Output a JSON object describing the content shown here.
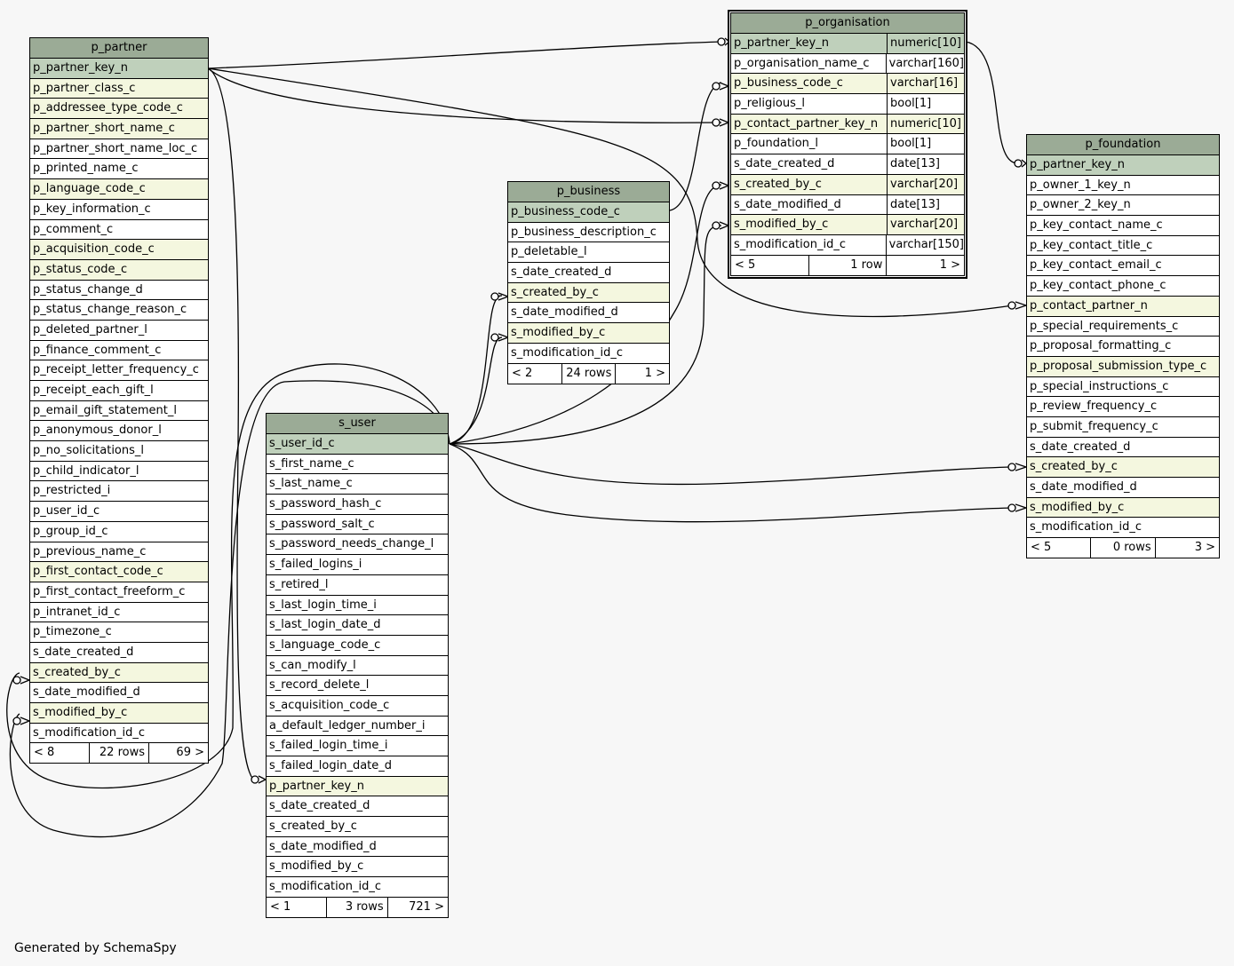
{
  "tables": {
    "p_partner": {
      "name": "p_partner",
      "columns": [
        {
          "name": "p_partner_key_n",
          "kind": "pk"
        },
        {
          "name": "p_partner_class_c",
          "kind": "fk"
        },
        {
          "name": "p_addressee_type_code_c",
          "kind": "fk"
        },
        {
          "name": "p_partner_short_name_c",
          "kind": "fk"
        },
        {
          "name": "p_partner_short_name_loc_c",
          "kind": ""
        },
        {
          "name": "p_printed_name_c",
          "kind": ""
        },
        {
          "name": "p_language_code_c",
          "kind": "fk"
        },
        {
          "name": "p_key_information_c",
          "kind": ""
        },
        {
          "name": "p_comment_c",
          "kind": ""
        },
        {
          "name": "p_acquisition_code_c",
          "kind": "fk"
        },
        {
          "name": "p_status_code_c",
          "kind": "fk"
        },
        {
          "name": "p_status_change_d",
          "kind": ""
        },
        {
          "name": "p_status_change_reason_c",
          "kind": ""
        },
        {
          "name": "p_deleted_partner_l",
          "kind": ""
        },
        {
          "name": "p_finance_comment_c",
          "kind": ""
        },
        {
          "name": "p_receipt_letter_frequency_c",
          "kind": ""
        },
        {
          "name": "p_receipt_each_gift_l",
          "kind": ""
        },
        {
          "name": "p_email_gift_statement_l",
          "kind": ""
        },
        {
          "name": "p_anonymous_donor_l",
          "kind": ""
        },
        {
          "name": "p_no_solicitations_l",
          "kind": ""
        },
        {
          "name": "p_child_indicator_l",
          "kind": ""
        },
        {
          "name": "p_restricted_i",
          "kind": ""
        },
        {
          "name": "p_user_id_c",
          "kind": ""
        },
        {
          "name": "p_group_id_c",
          "kind": ""
        },
        {
          "name": "p_previous_name_c",
          "kind": ""
        },
        {
          "name": "p_first_contact_code_c",
          "kind": "fk"
        },
        {
          "name": "p_first_contact_freeform_c",
          "kind": ""
        },
        {
          "name": "p_intranet_id_c",
          "kind": ""
        },
        {
          "name": "p_timezone_c",
          "kind": ""
        },
        {
          "name": "s_date_created_d",
          "kind": ""
        },
        {
          "name": "s_created_by_c",
          "kind": "fk"
        },
        {
          "name": "s_date_modified_d",
          "kind": ""
        },
        {
          "name": "s_modified_by_c",
          "kind": "fk"
        },
        {
          "name": "s_modification_id_c",
          "kind": ""
        }
      ],
      "footer": {
        "left": "< 8",
        "mid": "22 rows",
        "right": "69 >"
      }
    },
    "p_organisation": {
      "name": "p_organisation",
      "columns": [
        {
          "name": "p_partner_key_n",
          "type": "numeric[10]",
          "kind": "pk"
        },
        {
          "name": "p_organisation_name_c",
          "type": "varchar[160]",
          "kind": ""
        },
        {
          "name": "p_business_code_c",
          "type": "varchar[16]",
          "kind": "fk"
        },
        {
          "name": "p_religious_l",
          "type": "bool[1]",
          "kind": ""
        },
        {
          "name": "p_contact_partner_key_n",
          "type": "numeric[10]",
          "kind": "fk"
        },
        {
          "name": "p_foundation_l",
          "type": "bool[1]",
          "kind": ""
        },
        {
          "name": "s_date_created_d",
          "type": "date[13]",
          "kind": ""
        },
        {
          "name": "s_created_by_c",
          "type": "varchar[20]",
          "kind": "fk"
        },
        {
          "name": "s_date_modified_d",
          "type": "date[13]",
          "kind": ""
        },
        {
          "name": "s_modified_by_c",
          "type": "varchar[20]",
          "kind": "fk"
        },
        {
          "name": "s_modification_id_c",
          "type": "varchar[150]",
          "kind": ""
        }
      ],
      "footer": {
        "left": "< 5",
        "mid": "1 row",
        "right": "1 >"
      }
    },
    "p_business": {
      "name": "p_business",
      "columns": [
        {
          "name": "p_business_code_c",
          "kind": "pk"
        },
        {
          "name": "p_business_description_c",
          "kind": ""
        },
        {
          "name": "p_deletable_l",
          "kind": ""
        },
        {
          "name": "s_date_created_d",
          "kind": ""
        },
        {
          "name": "s_created_by_c",
          "kind": "fk"
        },
        {
          "name": "s_date_modified_d",
          "kind": ""
        },
        {
          "name": "s_modified_by_c",
          "kind": "fk"
        },
        {
          "name": "s_modification_id_c",
          "kind": ""
        }
      ],
      "footer": {
        "left": "< 2",
        "mid": "24 rows",
        "right": "1 >"
      }
    },
    "s_user": {
      "name": "s_user",
      "columns": [
        {
          "name": "s_user_id_c",
          "kind": "pk"
        },
        {
          "name": "s_first_name_c",
          "kind": ""
        },
        {
          "name": "s_last_name_c",
          "kind": ""
        },
        {
          "name": "s_password_hash_c",
          "kind": ""
        },
        {
          "name": "s_password_salt_c",
          "kind": ""
        },
        {
          "name": "s_password_needs_change_l",
          "kind": ""
        },
        {
          "name": "s_failed_logins_i",
          "kind": ""
        },
        {
          "name": "s_retired_l",
          "kind": ""
        },
        {
          "name": "s_last_login_time_i",
          "kind": ""
        },
        {
          "name": "s_last_login_date_d",
          "kind": ""
        },
        {
          "name": "s_language_code_c",
          "kind": ""
        },
        {
          "name": "s_can_modify_l",
          "kind": ""
        },
        {
          "name": "s_record_delete_l",
          "kind": ""
        },
        {
          "name": "s_acquisition_code_c",
          "kind": ""
        },
        {
          "name": "a_default_ledger_number_i",
          "kind": ""
        },
        {
          "name": "s_failed_login_time_i",
          "kind": ""
        },
        {
          "name": "s_failed_login_date_d",
          "kind": ""
        },
        {
          "name": "p_partner_key_n",
          "kind": "fk"
        },
        {
          "name": "s_date_created_d",
          "kind": ""
        },
        {
          "name": "s_created_by_c",
          "kind": ""
        },
        {
          "name": "s_date_modified_d",
          "kind": ""
        },
        {
          "name": "s_modified_by_c",
          "kind": ""
        },
        {
          "name": "s_modification_id_c",
          "kind": ""
        }
      ],
      "footer": {
        "left": "< 1",
        "mid": "3 rows",
        "right": "721 >"
      }
    },
    "p_foundation": {
      "name": "p_foundation",
      "columns": [
        {
          "name": "p_partner_key_n",
          "kind": "pk"
        },
        {
          "name": "p_owner_1_key_n",
          "kind": ""
        },
        {
          "name": "p_owner_2_key_n",
          "kind": ""
        },
        {
          "name": "p_key_contact_name_c",
          "kind": ""
        },
        {
          "name": "p_key_contact_title_c",
          "kind": ""
        },
        {
          "name": "p_key_contact_email_c",
          "kind": ""
        },
        {
          "name": "p_key_contact_phone_c",
          "kind": ""
        },
        {
          "name": "p_contact_partner_n",
          "kind": "fk"
        },
        {
          "name": "p_special_requirements_c",
          "kind": ""
        },
        {
          "name": "p_proposal_formatting_c",
          "kind": ""
        },
        {
          "name": "p_proposal_submission_type_c",
          "kind": "fk"
        },
        {
          "name": "p_special_instructions_c",
          "kind": ""
        },
        {
          "name": "p_review_frequency_c",
          "kind": ""
        },
        {
          "name": "p_submit_frequency_c",
          "kind": ""
        },
        {
          "name": "s_date_created_d",
          "kind": ""
        },
        {
          "name": "s_created_by_c",
          "kind": "fk"
        },
        {
          "name": "s_date_modified_d",
          "kind": ""
        },
        {
          "name": "s_modified_by_c",
          "kind": "fk"
        },
        {
          "name": "s_modification_id_c",
          "kind": ""
        }
      ],
      "footer": {
        "left": "< 5",
        "mid": "0 rows",
        "right": "3 >"
      }
    }
  },
  "footer_note": "Generated by SchemaSpy"
}
